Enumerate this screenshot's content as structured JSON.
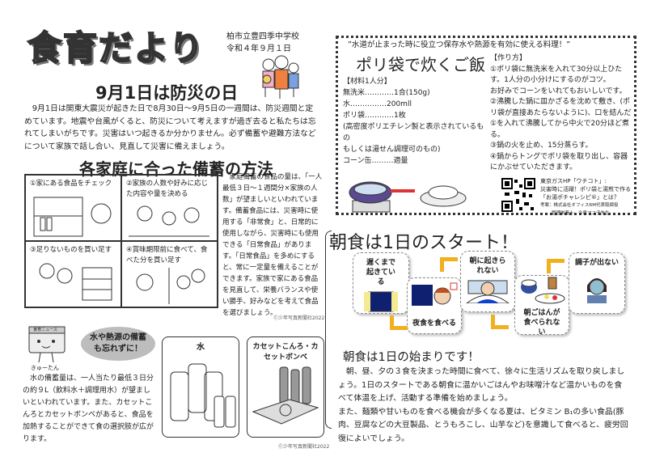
{
  "header": {
    "title": "食育だより",
    "school": "柏市立豊四季中学校",
    "date": "令和４年９月１日"
  },
  "bosai": {
    "heading": "9月1日は防災の日",
    "body": "9月1日は関東大震災が起きた日で8月30日～9月5日の一週間は、防災週間と定めています。地震や台風がくると、防災について考えますが過ぎ去ると私たちは忘れてしまいがちです。災害はいつ起きるか分かりません。必ず備蓄や避難方法などについて家族で話し合い、見直して災害に備えましょう。"
  },
  "bichiku": {
    "heading": "各家庭に合った備蓄の方法",
    "steps": [
      "①家にある食品をチェック",
      "②家族の人数や好みに応じた内容や量を決める",
      "③足りないものを買い足す",
      "④賞味期限前に食べて、食べた分を買い足す"
    ],
    "body": "家庭備蓄の食品の量は、「一人最低３日～１週間分×家族の人数」が望ましいといわれています。備蓄食品には、災害時に使用する「非常食」と、日常的に使用しながら、災害時にも使用できる「日常食品」があります。「日常食品」を多めにすると、常に一定量を備えることができます。家族で家にある食品を見直して、栄養バランスや使い勝手、好みなどを考えて食品を選びましょう。",
    "copyright": "Ⓒ少年写真新聞社2022"
  },
  "water": {
    "mascot_name": "きゅーたん",
    "mascot_sign": "食育ニュース",
    "bubble": "水や熱源の備蓄も忘れずに！",
    "body": "水の備蓄量は、一人当たり最低３日分の約９L（飲料水＋調理用水）が望ましいといわれています。また、カセットこんろとカセットボンベがあると、食品を加熱することができて食の選択肢が広がります。",
    "box1": "水",
    "box2": "カセットこんろ・カセットボンベ",
    "copyright": "Ⓒ少年写真新聞社2022"
  },
  "recipe": {
    "tagline": "”水道が止まった時に役立つ保存水や熱源を有効に使える料理！”",
    "title": "ポリ袋で炊くご飯",
    "ingredients_heading": "【材料1人分】",
    "ingredients": [
      "無洗米…………1合(150g)",
      "水……………200mll",
      "ポリ袋…………1枚",
      "(高密度ポリエチレン製と表示されているもの",
      "もしくは湯せん調理可のもの)",
      "コーン缶………適量"
    ],
    "method_heading": "【作り方】",
    "method": [
      "①ポリ袋に無洗米を入れて30分以上ひたす。1人分の小分けにするのがコツ。",
      "お好みでコーンをいれてもおいしいです。",
      "②沸騰した鍋に皿かざるを沈めて敷き、(ポリ袋が直接あたらないように)、口を結んだ①を入れて沸騰してから中火で20分ほど煮る。",
      "③鍋の火を止め、15分蒸らす。",
      "④鍋からトングでポリ袋を取り出し、容器にかぶせていただきます。"
    ],
    "source": [
      "東京ガスHP「ウチコト」:",
      "災害時に活躍！ポリ袋と湯煎で作る",
      "「お湯ポチャレシピ®」とは？",
      "考案：株式会社オフィスRM代表取締役",
      "管理栄養士　今泉マユ子先生"
    ]
  },
  "breakfast": {
    "heading": "朝食は1日のスタート！",
    "flow": [
      "遅くまで起きている",
      "夜食を食べる",
      "朝に起きられない",
      "朝ごはんが食べられない",
      "調子が出ない"
    ],
    "subheading": "朝食は1日の始まりです！",
    "body": [
      "朝、昼、夕の３食を決まった時間に食べて、徐々に生活リズムを取り戻しましょう。1日のスタートである朝食に温かいごはんやお味噌汁など温かいものを食べて体温を上げ、活動する準備を始めましょう。",
      "また、麺類や甘いものを食べる機会が多くなる夏は、ビタミン B₁の多い食品(豚肉、豆腐などの大豆製品、とうもろこし、山芋など)を意識して食べると、疲労回復によいでしょう。"
    ]
  }
}
